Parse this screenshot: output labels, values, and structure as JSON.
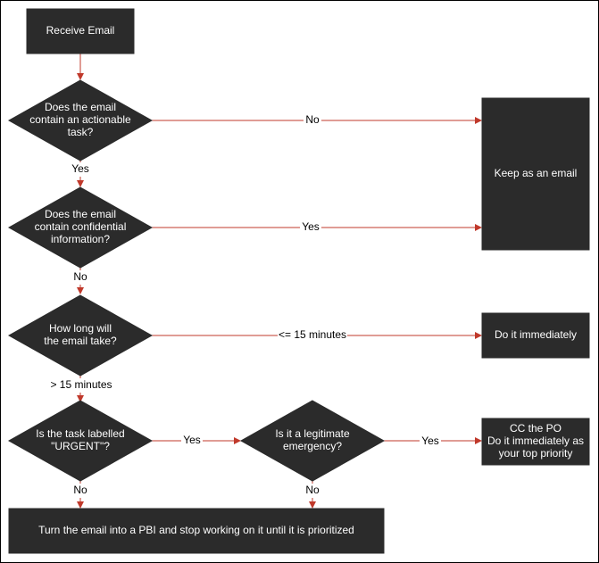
{
  "nodes": {
    "receive_email": [
      "Receive Email"
    ],
    "actionable_task": [
      "Does the email",
      "contain an actionable",
      "task?"
    ],
    "confidential_info": [
      "Does the email",
      "contain confidential",
      "information?"
    ],
    "how_long": [
      "How long will",
      "the email take?"
    ],
    "urgent": [
      "Is the task labelled",
      "\"URGENT\"?"
    ],
    "legit_emergency": [
      "Is it a legitimate",
      "emergency?"
    ],
    "keep_email": [
      "Keep as an email"
    ],
    "do_immediately": [
      "Do it immediately"
    ],
    "cc_po": [
      "CC the PO",
      "Do it immediately as",
      "your top priority"
    ],
    "turn_into_pbi": [
      "Turn the email into a PBI and stop working on it until it is prioritized"
    ]
  },
  "edges": {
    "actionable_no": "No",
    "actionable_yes": "Yes",
    "confidential_yes": "Yes",
    "confidential_no": "No",
    "time_short": "<= 15 minutes",
    "time_long": "> 15 minutes",
    "urgent_yes": "Yes",
    "urgent_no": "No",
    "emergency_yes": "Yes",
    "emergency_no": "No"
  },
  "colors": {
    "node_fill": "#2b2b2b",
    "edge": "#c0392b",
    "text_on_node": "#ffffff"
  }
}
